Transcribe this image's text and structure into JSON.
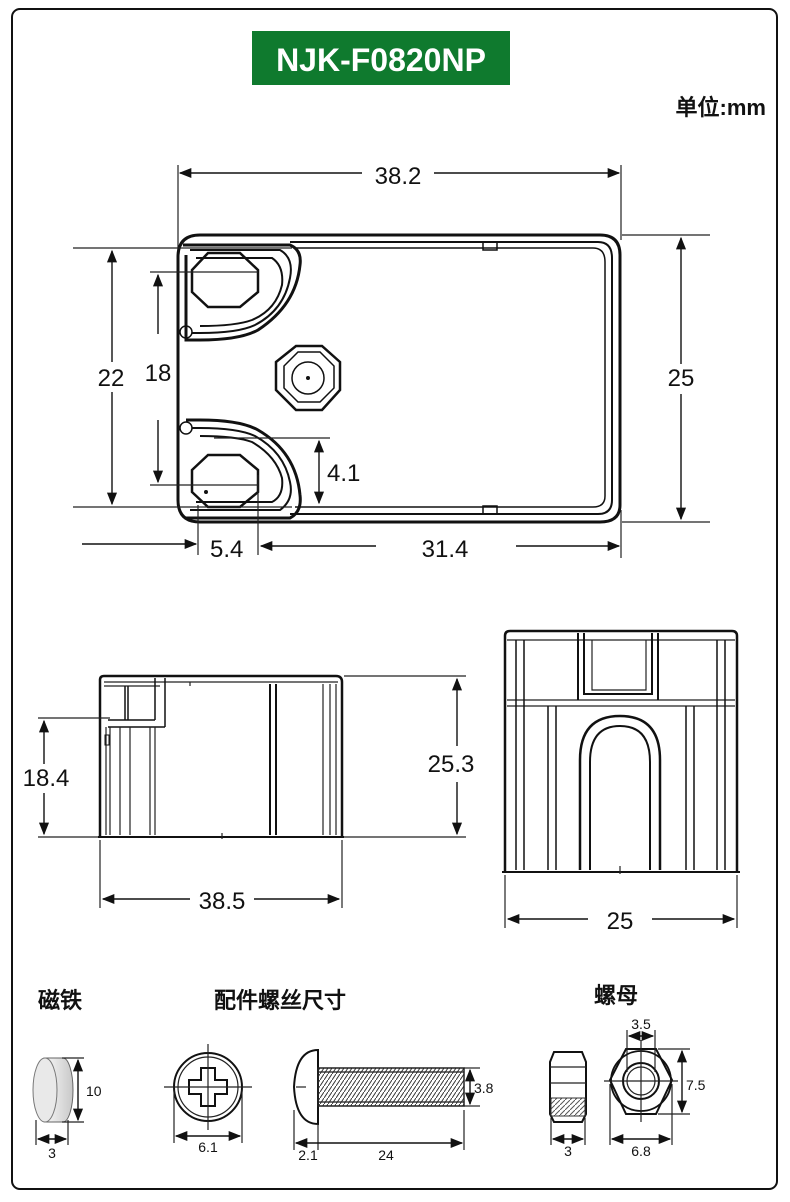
{
  "title": "NJK-F0820NP",
  "unit": "单位:mm",
  "colors": {
    "title_bg": "#0f7a2e",
    "title_text": "#ffffff",
    "line": "#111111"
  },
  "top_view": {
    "width": "38.2",
    "left_height": "22",
    "hole_spacing": "18",
    "right_height": "25",
    "hole_offset": "4.1",
    "hole_edge": "5.4",
    "inner_width": "31.4"
  },
  "front_view": {
    "mount_height": "18.4",
    "total_height": "25.3",
    "length": "38.5"
  },
  "side_view": {
    "width": "25"
  },
  "accessories": {
    "magnet": {
      "label": "磁铁",
      "diameter": "10",
      "thickness": "3"
    },
    "screw": {
      "label": "配件螺丝尺寸",
      "head_diameter": "6.1",
      "thread_diameter": "3.8",
      "head_length": "2.1",
      "length": "24"
    },
    "nut": {
      "label": "螺母",
      "inner": "3.5",
      "height": "7.5",
      "thickness": "3",
      "across_flats": "6.8"
    }
  }
}
